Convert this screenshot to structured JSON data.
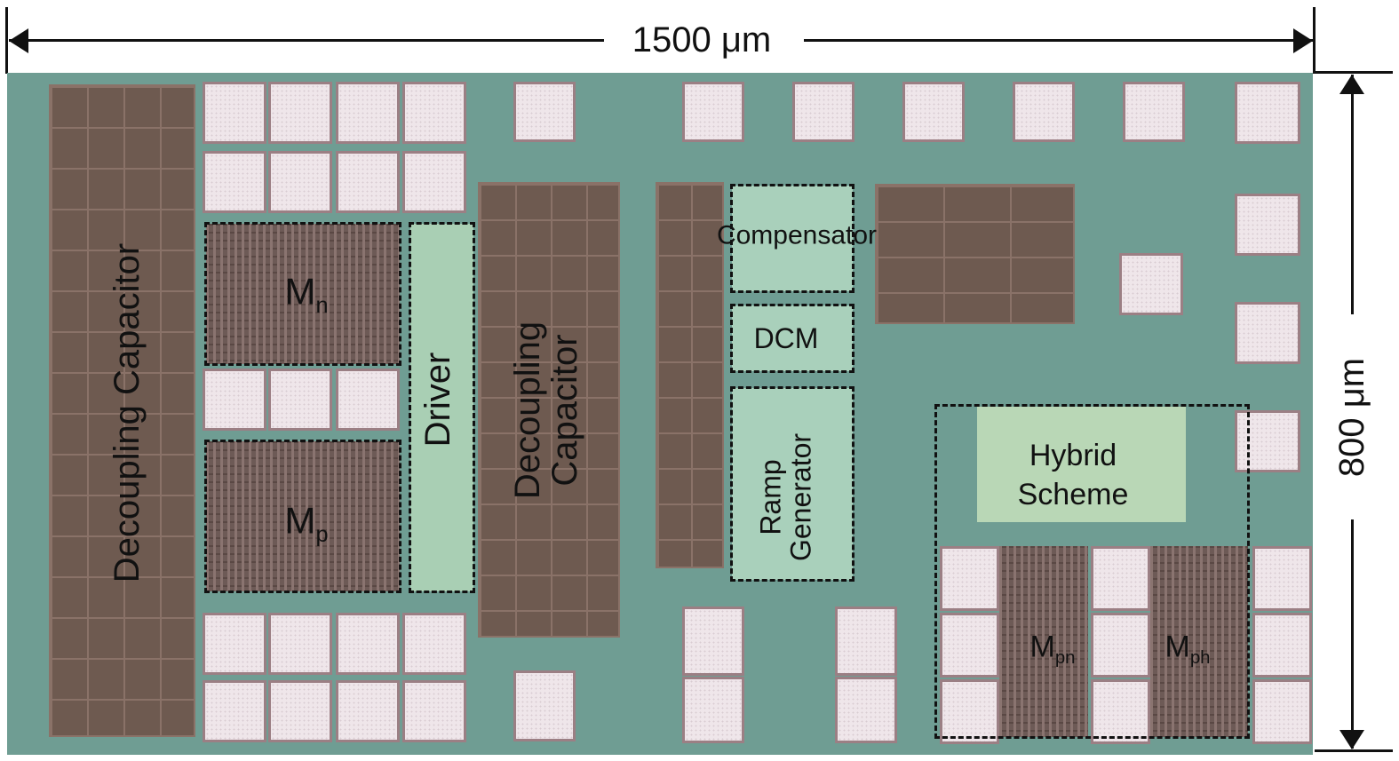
{
  "dimensions": {
    "width_label": "1500 μm",
    "height_label": "800 μm"
  },
  "blocks": {
    "decoupling_capacitor_left": "Decoupling Capacitor",
    "mn": {
      "main": "M",
      "sub": "n"
    },
    "mp": {
      "main": "M",
      "sub": "p"
    },
    "driver": "Driver",
    "decoupling_capacitor_center": {
      "line1": "Decoupling",
      "line2": "Capacitor"
    },
    "compensator": "Compensator",
    "dcm": "DCM",
    "ramp_generator": {
      "line1": "Ramp",
      "line2": "Generator"
    },
    "hybrid_scheme": {
      "line1": "Hybrid",
      "line2": "Scheme"
    },
    "mpn": {
      "main": "M",
      "sub": "pn"
    },
    "mph": {
      "main": "M",
      "sub": "ph"
    }
  },
  "colors": {
    "substrate": "#6f9d93",
    "pad": "#efe6ea",
    "capacitor": "#6e5a50",
    "logic": "#b8d8b8"
  }
}
